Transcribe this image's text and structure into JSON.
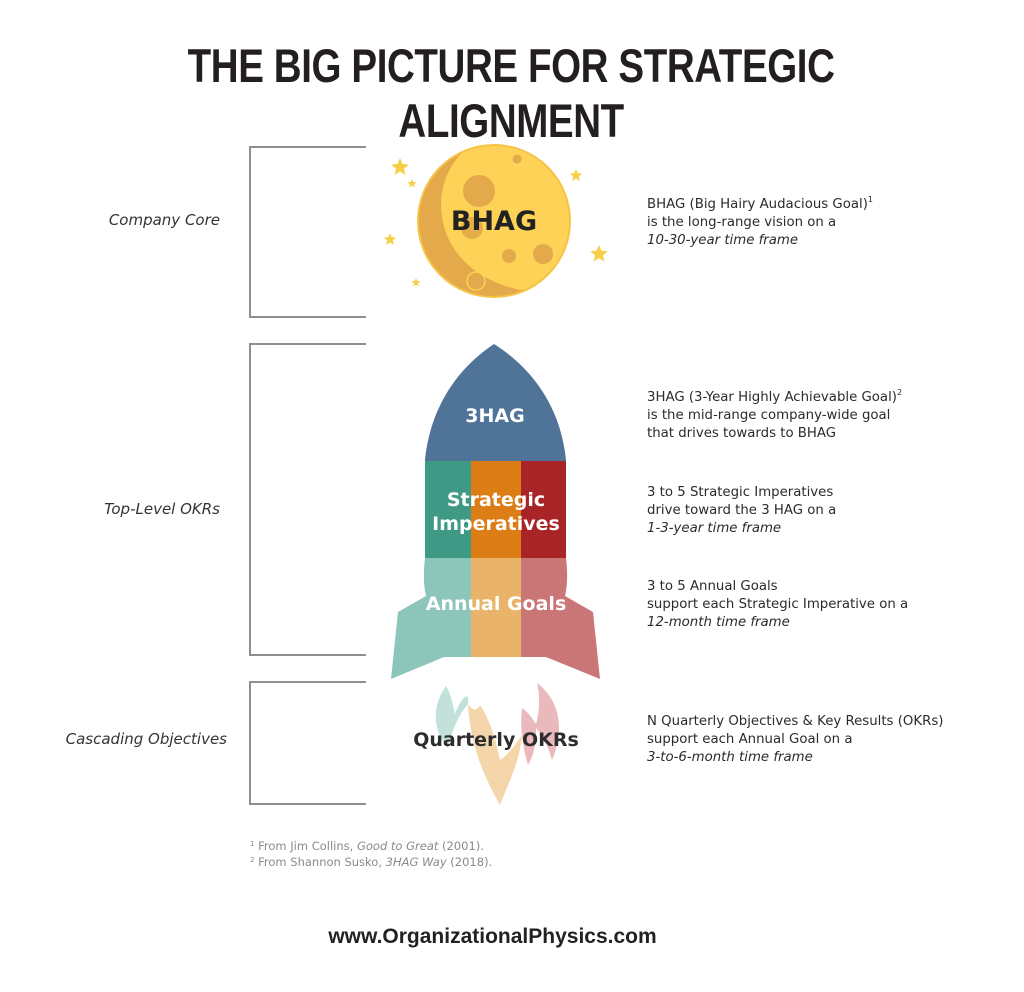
{
  "title": "THE BIG PICTURE FOR STRATEGIC ALIGNMENT",
  "tiers": [
    {
      "label": "Company Core"
    },
    {
      "label": "Top-Level OKRs"
    },
    {
      "label": "Cascading Objectives"
    }
  ],
  "graphics": {
    "moon": {
      "label": "BHAG",
      "icon": "moon-icon",
      "colors": {
        "light": "#FDD256",
        "dark": "#E3A94A",
        "star": "#F9CF4A"
      }
    },
    "rocket": {
      "nose": {
        "label": "3HAG",
        "color": "#4F7498"
      },
      "band": {
        "label_line1": "Strategic",
        "label_line2": "Imperatives",
        "colors": [
          "#3E9985",
          "#DC7D16",
          "#A82427"
        ]
      },
      "base": {
        "label": "Annual Goals",
        "colors": [
          "#8CC6BA",
          "#E9B46A",
          "#CA7677"
        ]
      }
    },
    "flames": {
      "label": "Quarterly OKRs",
      "colors": [
        "#BFE0DA",
        "#F4D4A6",
        "#E8B6B8"
      ]
    }
  },
  "descriptions": {
    "bhag": {
      "line1": "BHAG (Big Hairy Audacious Goal)",
      "sup": "1",
      "line2": "is the long-range vision on a",
      "italic": "10-30-year time frame"
    },
    "hag3": {
      "line1": "3HAG (3-Year Highly Achievable Goal)",
      "sup": "2",
      "line2": "is the mid-range company-wide goal",
      "line3": "that drives towards to BHAG"
    },
    "strategic": {
      "line1": "3 to 5 Strategic Imperatives",
      "line2": "drive toward the 3 HAG on a",
      "italic": "1-3-year time frame"
    },
    "annual": {
      "line1": "3 to 5 Annual Goals",
      "line2": "support each Strategic Imperative on a",
      "italic": "12-month time frame"
    },
    "quarterly": {
      "line1": "N Quarterly Objectives & Key Results (OKRs)",
      "line2": "support each Annual Goal on a",
      "italic": "3-to-6-month time frame"
    }
  },
  "footnotes": [
    {
      "sup": "1",
      "pre": "From Jim Collins, ",
      "italic": "Good to Great",
      "post": " (2001)."
    },
    {
      "sup": "2",
      "pre": "From Shannon Susko, ",
      "italic": "3HAG Way",
      "post": " (2018)."
    }
  ],
  "website": "www.OrganizationalPhysics.com"
}
